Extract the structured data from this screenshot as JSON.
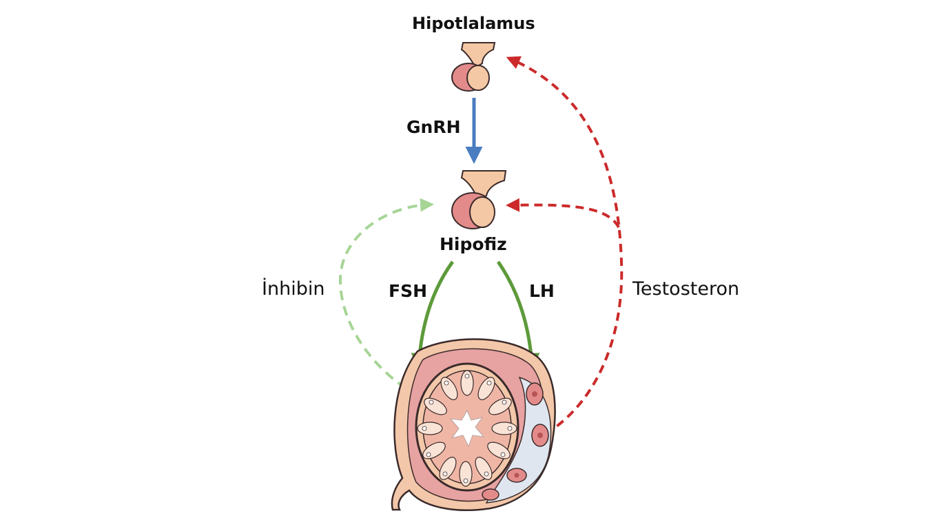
{
  "labels": {
    "hypothalamus": "Hipotlalamus",
    "gnrh": "GnRH",
    "pituitary": "Hipofiz",
    "fsh": "FSH",
    "lh": "LH",
    "inhibin": "İnhibin",
    "testosterone": "Testosteron"
  },
  "colors": {
    "gnrh_arrow": "#4a7cc0",
    "gonadotropin_arrow": "#5d9a3a",
    "inhibin_arrow": "#a6d596",
    "testosterone_arrow": "#cc2a2a",
    "gland_pink": "#e38b8b",
    "gland_peach": "#f5c8a5",
    "tissue_peach": "#f3c7a9",
    "tissue_pink": "#e7a2a2",
    "outline": "#3a2a2a"
  }
}
